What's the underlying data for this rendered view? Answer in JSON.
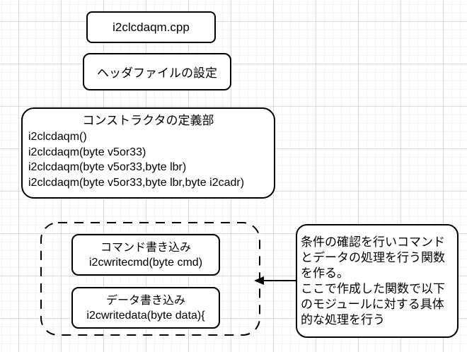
{
  "canvas": {
    "colors": {
      "stroke": "#000000",
      "fill": "#ffffff",
      "grid_minor": "#f3f3f3",
      "grid_major": "#d9d9d9"
    }
  },
  "diagram": {
    "file_box": {
      "label": "i2clcdaqm.cpp"
    },
    "header_box": {
      "label": "ヘッダファイルの設定"
    },
    "constructor_box": {
      "title": "コンストラクタの定義部",
      "lines": [
        "i2clcdaqm()",
        "i2clcdaqm(byte v5or33)",
        "i2clcdaqm(byte v5or33,byte lbr)",
        "i2clcdaqm(byte v5or33,byte lbr,byte i2cadr)"
      ]
    },
    "module_group": {
      "command_box": {
        "title": "コマンド書き込み",
        "code": "i2cwritecmd(byte cmd)"
      },
      "data_box": {
        "title": "データ書き込み",
        "code": "i2cwritedata(byte data){"
      }
    },
    "note_box": {
      "lines": [
        "条件の確認を行いコマンド",
        "とデータの処理を行う関数",
        "を作る。",
        "ここで作成した関数で以下",
        "のモジュールに対する具体",
        "的な処理を行う"
      ]
    }
  }
}
